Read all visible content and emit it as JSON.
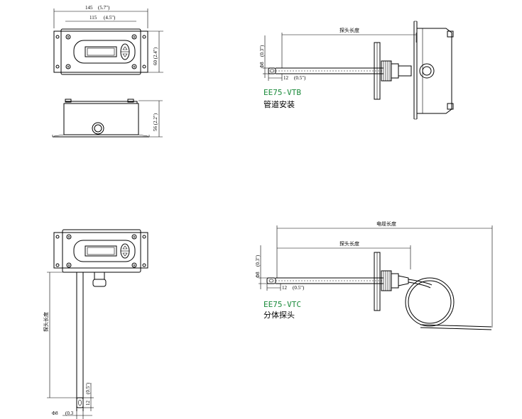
{
  "front_view": {
    "width_mm": "145",
    "width_in": "(5.7\")",
    "inner_width_mm": "115",
    "inner_width_in": "(4.5\")",
    "height_label": "60 (2.4\")"
  },
  "side_view": {
    "height_label": "56 (2.2\")"
  },
  "vtb": {
    "model": "EE75-VTB",
    "description": "管道安装",
    "probe_length": "探头长度",
    "diameter": "Φ8",
    "diameter_in": "(0.3\")",
    "tip_length": "12",
    "tip_length_in": "(0.5\")"
  },
  "vtc": {
    "model": "EE75-VTC",
    "description": "分体探头",
    "cable_length": "电缆长度",
    "probe_length": "探头长度",
    "diameter": "Φ8",
    "diameter_in": "(0.3\")",
    "tip_length": "12",
    "tip_length_in": "(0.5\")"
  },
  "vertical_view": {
    "probe_length": "探头长度",
    "diameter": "Φ8",
    "diameter_in": "(0.3",
    "tip_length": "12",
    "tip_length_in": "(0.5\")"
  }
}
